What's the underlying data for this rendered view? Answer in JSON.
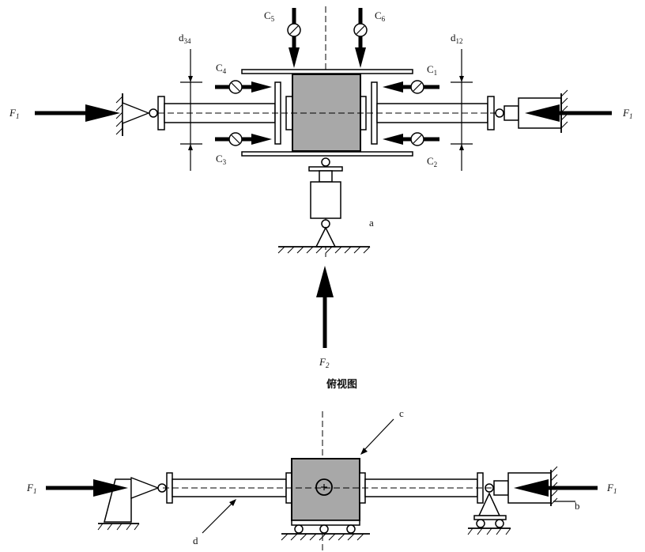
{
  "labels": {
    "force_F1": "F",
    "force_F1_sub": "1",
    "force_F2": "F",
    "force_F2_sub": "2",
    "gauge_C": "C",
    "C1": "1",
    "C2": "2",
    "C3": "3",
    "C4": "4",
    "C5": "5",
    "C6": "6",
    "d12_base": "d",
    "d12_sub": "12",
    "d34_base": "d",
    "d34_sub": "34",
    "a": "a",
    "b": "b",
    "c": "c",
    "d": "d",
    "top_view_caption": "俯视图"
  },
  "colors": {
    "specimen_fill": "#a8a8a8",
    "ink": "#000000"
  }
}
